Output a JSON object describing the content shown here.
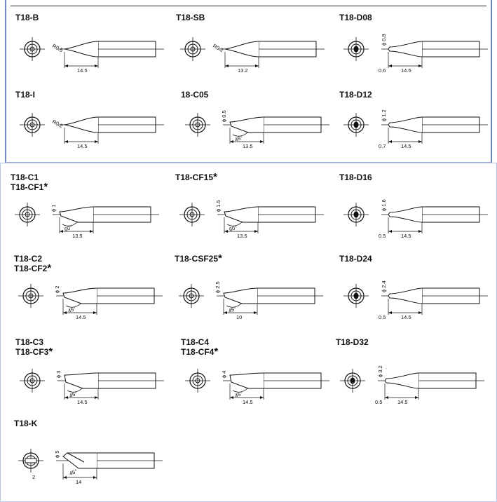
{
  "tips": [
    {
      "id": "b",
      "name": [
        "T18-B"
      ],
      "star": false,
      "dims": [
        "R0.5",
        "14.5"
      ]
    },
    {
      "id": "sb",
      "name": [
        "T18-SB"
      ],
      "star": false,
      "dims": [
        "R0.2",
        "13.2"
      ]
    },
    {
      "id": "d08",
      "name": [
        "T18-D08"
      ],
      "star": false,
      "dims": [
        "ϕ 0.8",
        "0.6",
        "14.5"
      ]
    },
    {
      "id": "i",
      "name": [
        "T18-I"
      ],
      "star": false,
      "dims": [
        "R0.2",
        "14.5"
      ]
    },
    {
      "id": "c05",
      "name": [
        "18-C05"
      ],
      "star": false,
      "dims": [
        "ϕ 0.5",
        "45°",
        "13.5"
      ]
    },
    {
      "id": "d12",
      "name": [
        "T18-D12"
      ],
      "star": false,
      "dims": [
        "ϕ 1.2",
        "0.7",
        "14.5"
      ]
    },
    {
      "id": "c1",
      "name": [
        "T18-C1",
        "T18-CF1"
      ],
      "star": true,
      "dims": [
        "ϕ 1",
        "60°",
        "13.5"
      ]
    },
    {
      "id": "cf15",
      "name": [
        "T18-CF15"
      ],
      "star": true,
      "dims": [
        "ϕ 1.5",
        "60°",
        "13.5"
      ]
    },
    {
      "id": "d16",
      "name": [
        "T18-D16"
      ],
      "star": false,
      "dims": [
        "ϕ 1.6",
        "0.5",
        "14.5"
      ]
    },
    {
      "id": "c2",
      "name": [
        "T18-C2",
        "T18-CF2"
      ],
      "star": true,
      "dims": [
        "ϕ 2",
        "45°",
        "14.5"
      ]
    },
    {
      "id": "csf25",
      "name": [
        "T18-CSF25"
      ],
      "star": true,
      "dims": [
        "ϕ 2.5",
        "45°",
        "10"
      ]
    },
    {
      "id": "d24",
      "name": [
        "T18-D24"
      ],
      "star": false,
      "dims": [
        "ϕ 2.4",
        "0.5",
        "14.5"
      ]
    },
    {
      "id": "c3",
      "name": [
        "T18-C3",
        "T18-CF3"
      ],
      "star": true,
      "dims": [
        "ϕ 3",
        "45°",
        "14.5"
      ]
    },
    {
      "id": "c4",
      "name": [
        "T18-C4",
        "T18-CF4"
      ],
      "star": true,
      "dims": [
        "ϕ 4",
        "45°",
        "14.5"
      ]
    },
    {
      "id": "d32",
      "name": [
        "T18-D32"
      ],
      "star": false,
      "dims": [
        "ϕ 3.2",
        "0.5",
        "14.5"
      ]
    },
    {
      "id": "k",
      "name": [
        "T18-K"
      ],
      "star": false,
      "dims": [
        "ϕ 5",
        "2",
        "45°",
        "14"
      ]
    }
  ],
  "star_symbol": "*",
  "colors": {
    "ink": "#111111",
    "frame": "#6f86c6"
  }
}
